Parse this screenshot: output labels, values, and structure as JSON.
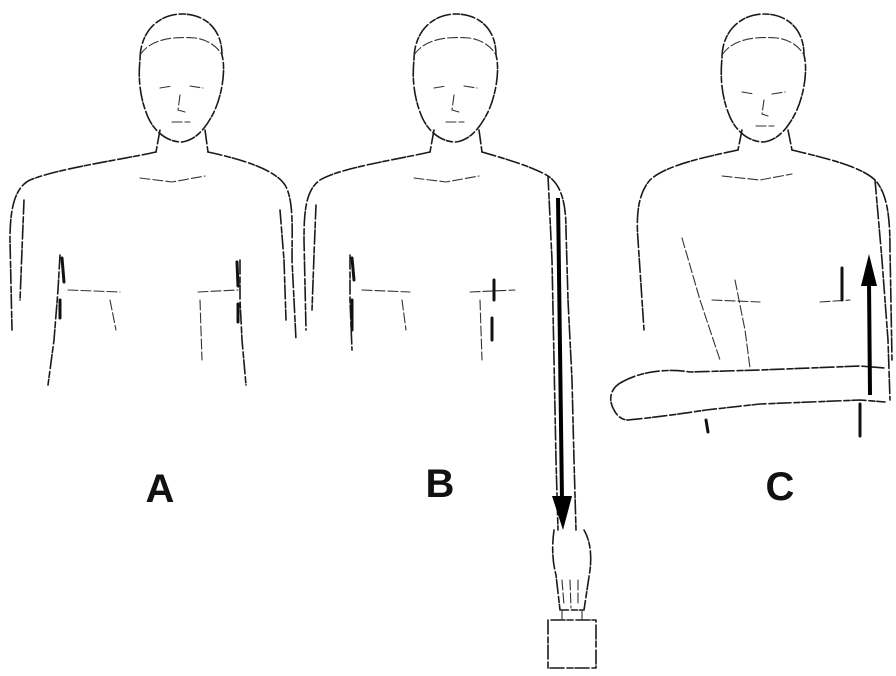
{
  "figure": {
    "panels": [
      {
        "id": "A",
        "label": "A",
        "arrow": "none"
      },
      {
        "id": "B",
        "label": "B",
        "arrow": "down"
      },
      {
        "id": "C",
        "label": "C",
        "arrow": "up"
      }
    ],
    "colors": {
      "background": "#ffffff",
      "line": "#1a1a1a",
      "arrow": "#000000"
    }
  }
}
